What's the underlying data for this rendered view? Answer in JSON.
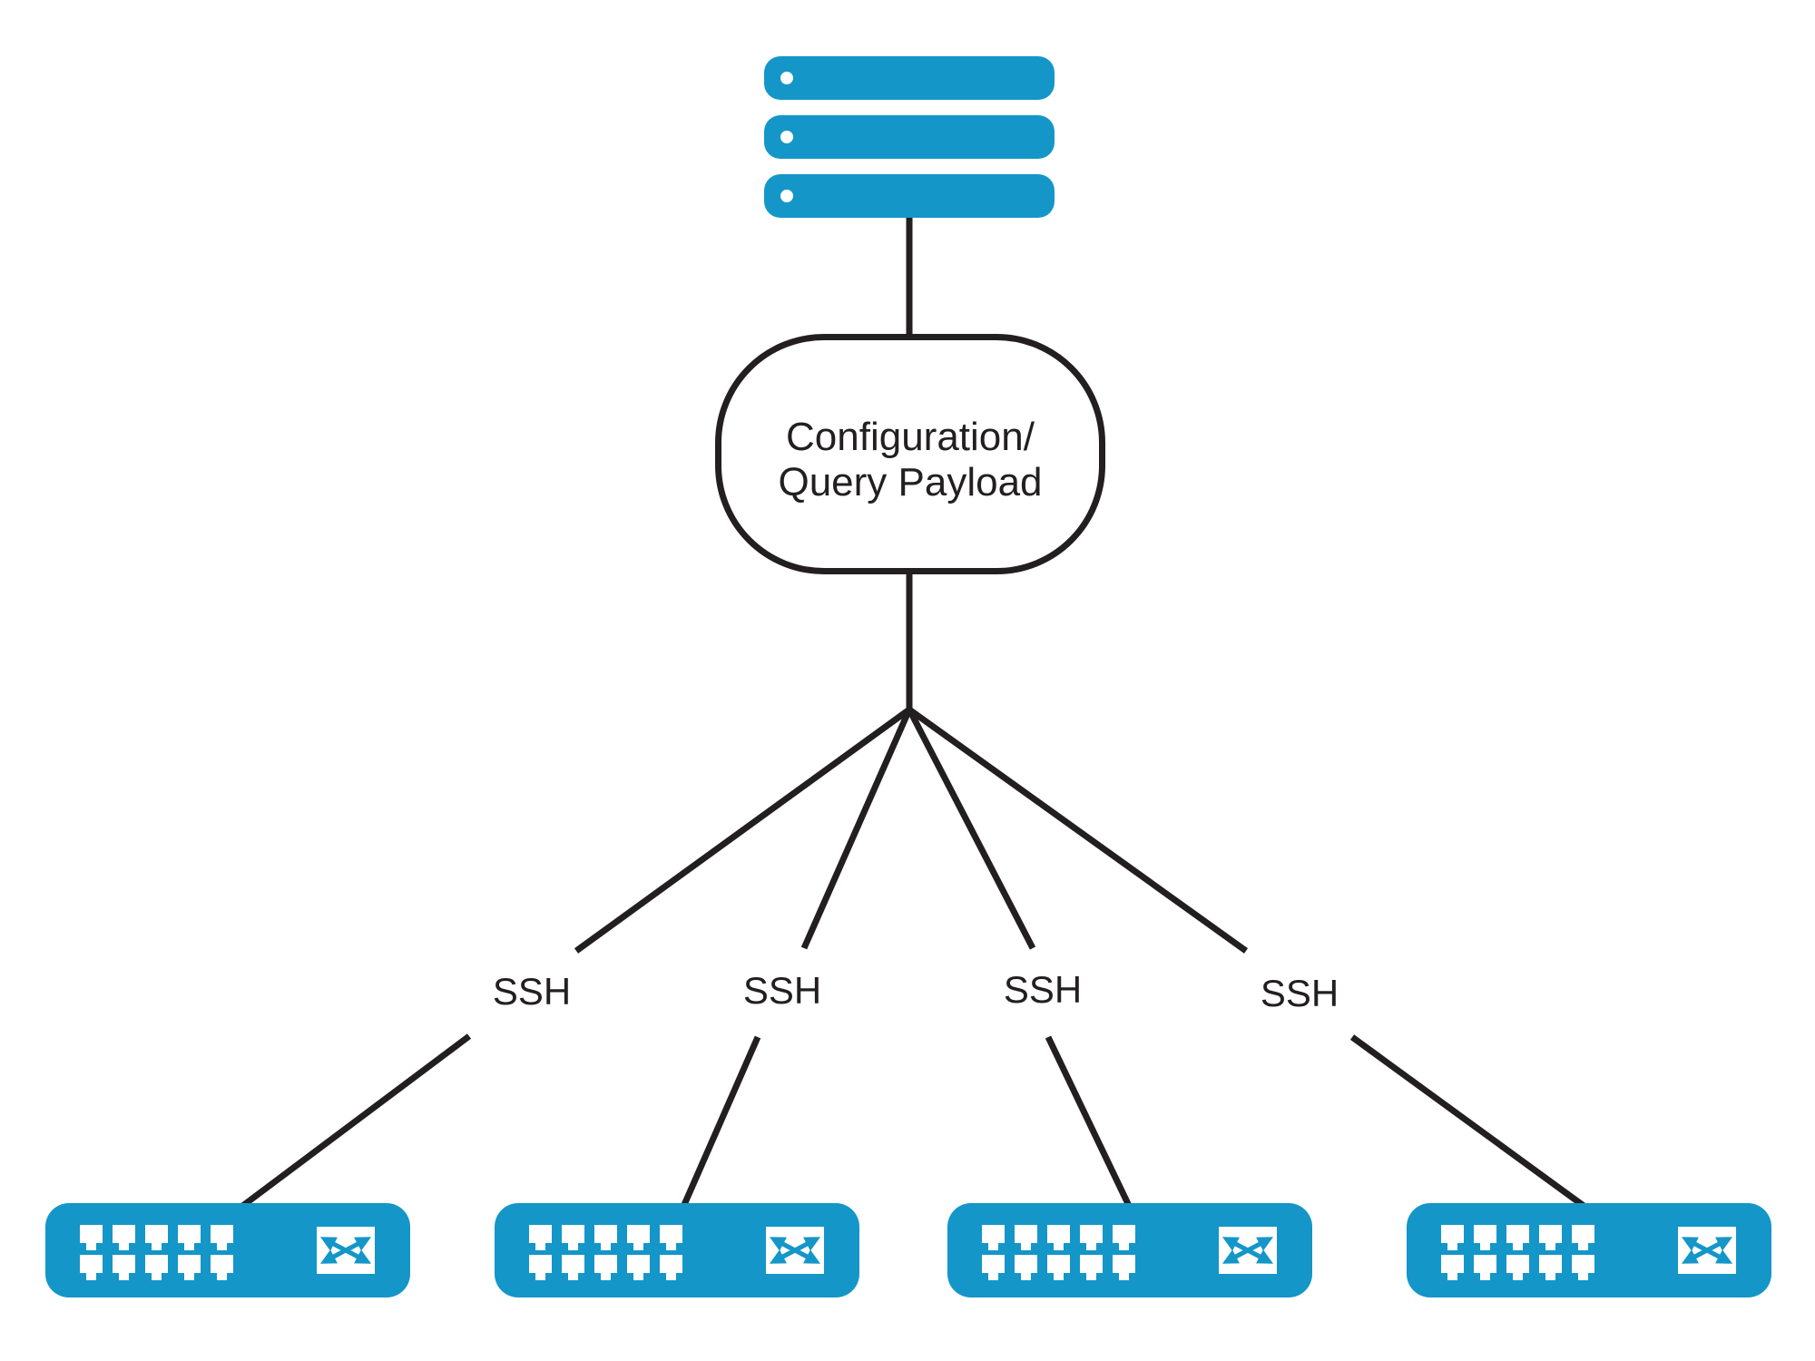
{
  "colors": {
    "accent_blue": "#1496C8",
    "ink": "#231F20",
    "background": "#FFFFFF"
  },
  "diagram": {
    "server": {
      "icon": "server-icon",
      "bars": 3
    },
    "payload_node": {
      "lines": [
        "Configuration/",
        "Query Payload"
      ]
    },
    "links": [
      {
        "label": "SSH"
      },
      {
        "label": "SSH"
      },
      {
        "label": "SSH"
      },
      {
        "label": "SSH"
      }
    ],
    "switches": [
      {
        "icon": "network-switch-icon",
        "port_icon": "ethernet-port-icon",
        "badge_icon": "crossed-arrows-icon",
        "ports": 10
      },
      {
        "icon": "network-switch-icon",
        "port_icon": "ethernet-port-icon",
        "badge_icon": "crossed-arrows-icon",
        "ports": 10
      },
      {
        "icon": "network-switch-icon",
        "port_icon": "ethernet-port-icon",
        "badge_icon": "crossed-arrows-icon",
        "ports": 10
      },
      {
        "icon": "network-switch-icon",
        "port_icon": "ethernet-port-icon",
        "badge_icon": "crossed-arrows-icon",
        "ports": 10
      }
    ]
  }
}
